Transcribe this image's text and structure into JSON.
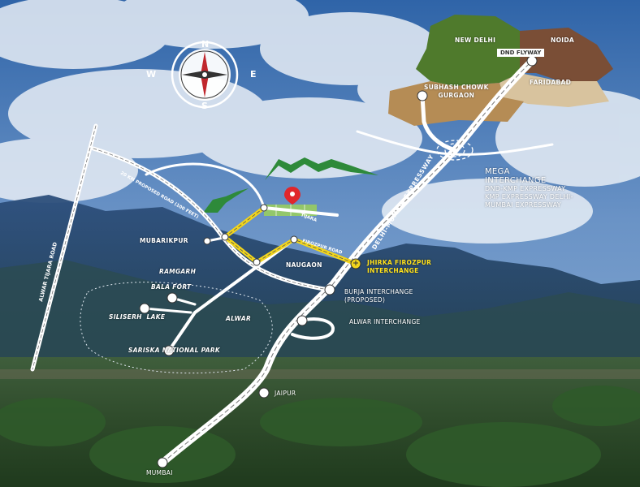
{
  "colors": {
    "sky": "#3d72b3",
    "road": "#ffffff",
    "highlight_road": "#f2d51c",
    "new_delhi": "#4f7a2c",
    "noida": "#7a4e36",
    "faridabad": "#d8c39e",
    "gurgaon": "#b58c55",
    "pin": "#e0262b"
  },
  "compass": {
    "north": "N",
    "south": "S",
    "east": "E",
    "west": "W"
  },
  "regions": {
    "new_delhi": "NEW DELHI",
    "noida": "NOIDA",
    "faridabad": "FARIDABAD",
    "gurgaon": "SUBHASH CHOWK\nGURGAON",
    "flyway": "DND FLYWAY"
  },
  "mega": {
    "title": "MEGA\nINTERCHANGE",
    "sub": "DND-KMP EXPRESSWAY\nKMP EXPRESSWAY DELHI-\nMUMBAI EXPRESSWAY"
  },
  "roads": {
    "expressway": "DELHI-MUMBAI EXPRESSWAY",
    "proposed": "20 KM PROPOSED ROAD (100 FEET)",
    "alwar_tijara": "ALWAR TIJARA ROAD",
    "firozpur": "FIROZPUR ROAD",
    "tijara": "TIJARA"
  },
  "places": {
    "mubarikpur": "MUBARIKPUR",
    "ramgarh": "RAMGARH",
    "naugaon": "NAUGAON",
    "jhirka": "JHIRKA FIROZPUR\nINTERCHANGE",
    "burja": "BURJA INTERCHANGE\n(PROPOSED)",
    "alwar_interchange": "ALWAR INTERCHANGE",
    "bala_fort": "BALA FORT",
    "siliserh": "SILISERH  LAKE",
    "alwar": "ALWAR",
    "sariska": "SARISKA NATIONAL PARK",
    "jaipur": "JAIPUR",
    "mumbai": "MUMBAI"
  }
}
